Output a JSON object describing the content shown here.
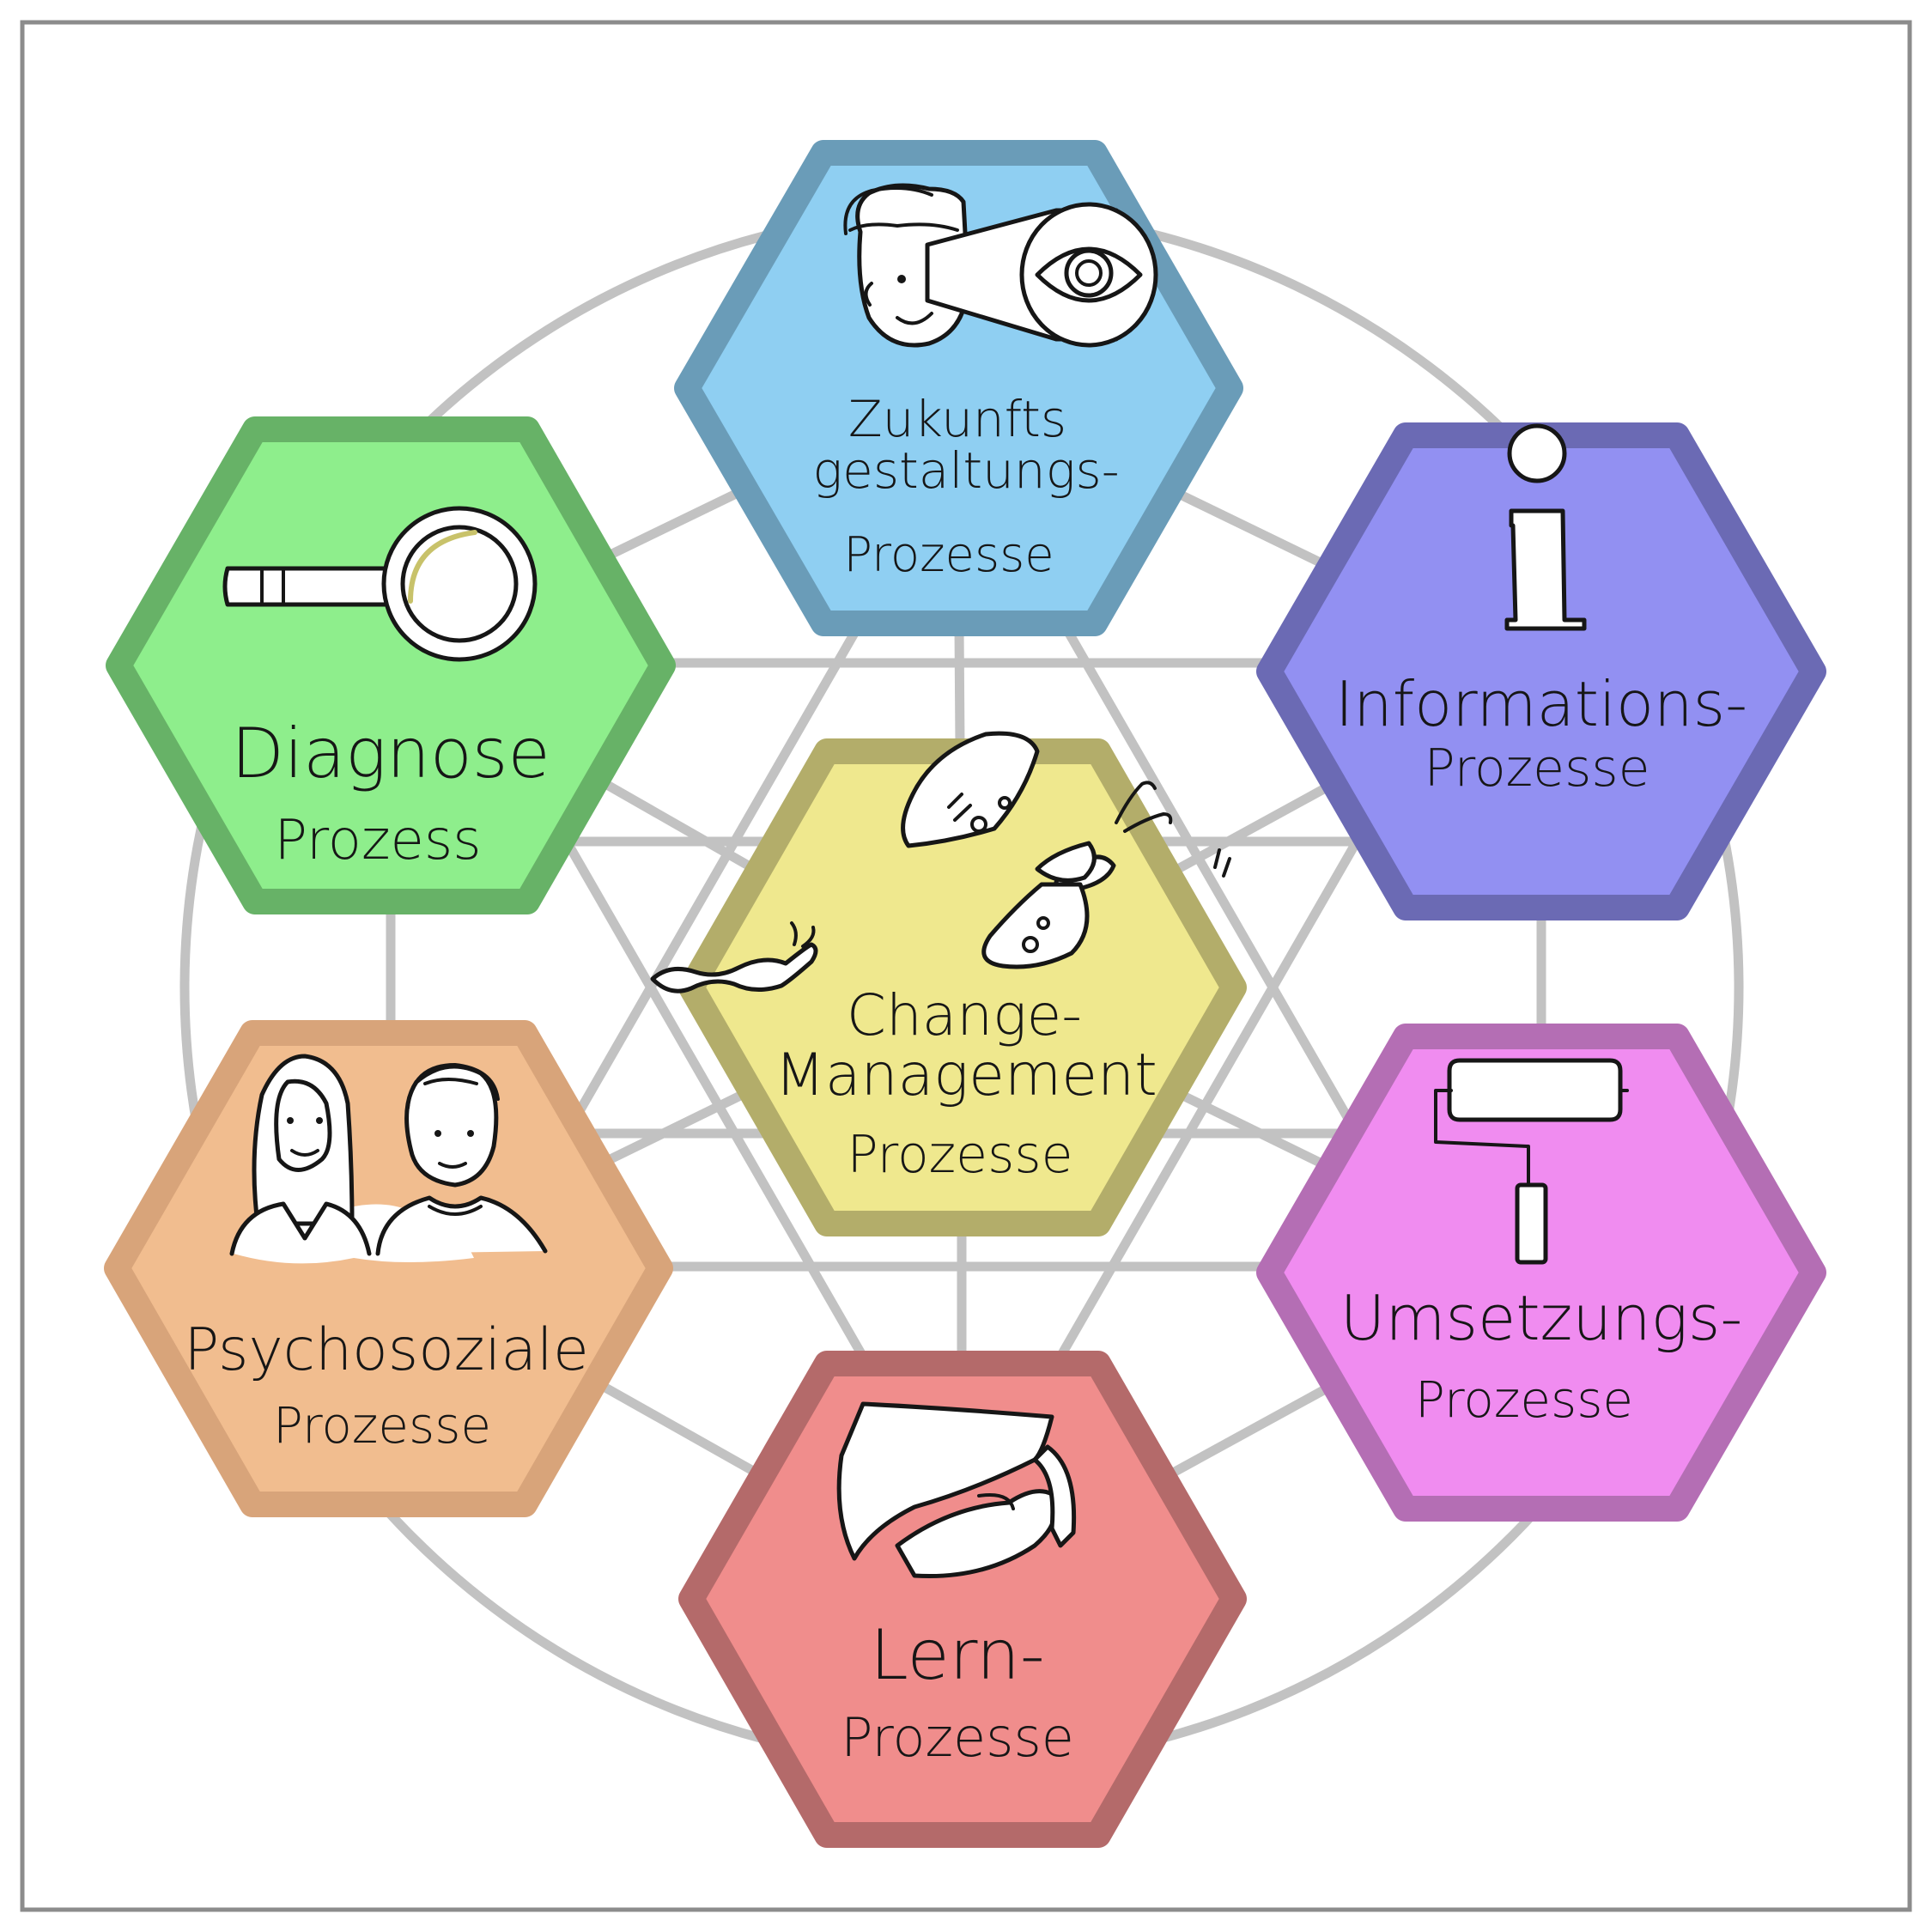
{
  "hexagons": {
    "zukunft": {
      "line1": "Zukunfts",
      "line2": "gestaltungs-",
      "line3": "Prozesse",
      "fill": "#8fcff2",
      "stroke": "#6a9cb8",
      "icon": "telescope-eye-icon"
    },
    "diagnose": {
      "line1": "Diagnose",
      "line2": "Prozess",
      "fill": "#8eee8c",
      "stroke": "#67b267",
      "icon": "magnifying-glass-icon"
    },
    "info": {
      "line1": "Informations-",
      "line2": "Prozesse",
      "fill": "#9290f2",
      "stroke": "#6b6ab4",
      "icon": "info-icon"
    },
    "change": {
      "line1": "Change-",
      "line2": "Management",
      "line3": "Prozesse",
      "fill": "#efe88e",
      "stroke": "#b3ad6a",
      "icon": "butterfly-icon"
    },
    "psycho": {
      "line1": "Psychosoziale",
      "line2": "Prozesse",
      "fill": "#f1bd8f",
      "stroke": "#d8a47a",
      "icon": "people-icon"
    },
    "umsetzung": {
      "line1": "Umsetzungs-",
      "line2": "Prozesse",
      "fill": "#f08cf0",
      "stroke": "#b46eb4",
      "icon": "paint-roller-icon"
    },
    "lern": {
      "line1": "Lern-",
      "line2": "Prozesse",
      "fill": "#f08d8c",
      "stroke": "#b46a6a",
      "icon": "graduation-cap-icon"
    }
  },
  "colors": {
    "frame": "#8c8c8c",
    "connector": "#c2c2c2",
    "ring": "#c2c2c2"
  }
}
